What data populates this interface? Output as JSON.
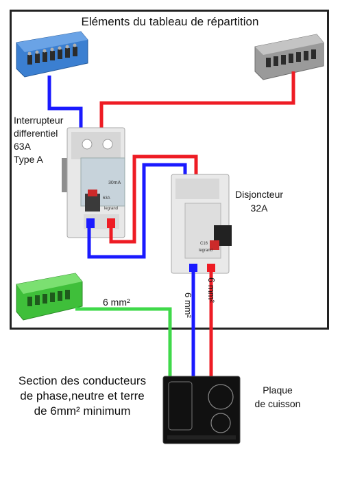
{
  "title": "Eléments du tableau de répartition",
  "rcd": {
    "label": "Interrupteur\ndifferentiel\n63A\nType A",
    "device_text": "30mA",
    "rating_text": "63A",
    "brand": "legrand"
  },
  "breaker": {
    "label": "Disjoncteur\n32A",
    "rating_text": "C16",
    "brand": "legrand"
  },
  "wires": {
    "ground_size": "6 mm²",
    "neutral_size": "6 mm²",
    "phase_size": "6 mm²"
  },
  "section_note": "Section des conducteurs\nde phase,neutre et terre\nde 6mm² minimum",
  "hob_label": "Plaque\nde cuisson",
  "colors": {
    "phase": "#ee1c24",
    "neutral": "#1a1aff",
    "ground": "#3fd94a",
    "blue_bar": "#3b7fd1",
    "grey_bar": "#9a9a9a",
    "green_bar": "#3fbf3a"
  },
  "icons": [
    "neutral-bus-bar-icon",
    "phase-bus-bar-icon",
    "ground-bus-bar-icon",
    "rcd-icon",
    "breaker-icon",
    "cooktop-icon"
  ]
}
